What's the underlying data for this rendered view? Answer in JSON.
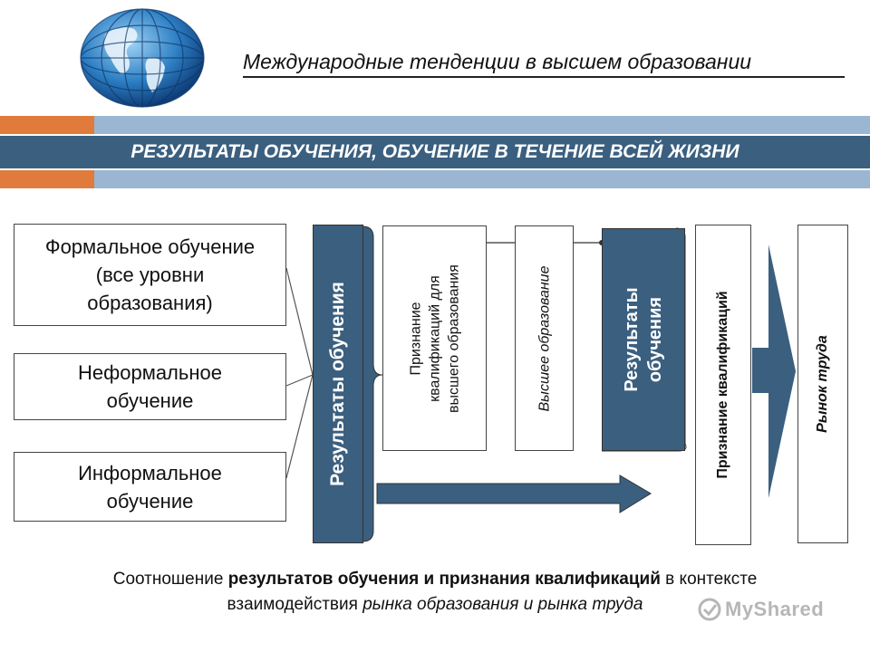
{
  "header": {
    "subtitle": "Международные  тенденции в высшем образовании",
    "banner_title": "РЕЗУЛЬТАТЫ ОБУЧЕНИЯ, ОБУЧЕНИЕ В ТЕЧЕНИЕ ВСЕЙ ЖИЗНИ"
  },
  "learning_types": [
    "Формальное обучение\n(все уровни\nобразования)",
    "Неформальное\nобучение",
    "Информальное\nобучение"
  ],
  "columns": {
    "learning_outcomes_1": "Результаты обучения",
    "hei_recognition": "Признание\nквалификаций для\nвысшего образования",
    "higher_education": "Высшее образование",
    "learning_outcomes_2": "Результаты\nобучения",
    "qualification_recognition": "Признание квалификаций",
    "labour_market": "Рынок труда"
  },
  "caption": {
    "line1_normal_a": "Соотношение ",
    "line1_bold": "результатов обучения и признания квалификаций",
    "line1_normal_b": " в контексте",
    "line2_normal": "взаимодействия ",
    "line2_italic": "рынка образования и рынка труда"
  },
  "watermark": "MyShared",
  "colors": {
    "band_dark": "#3b5f7f",
    "band_light": "#9bb6d2",
    "band_orange": "#e07b3b",
    "arrow_fill": "#3b5f7f"
  },
  "icons": {
    "globe": "globe-icon",
    "watermark_logo": "myshared-logo-icon"
  }
}
